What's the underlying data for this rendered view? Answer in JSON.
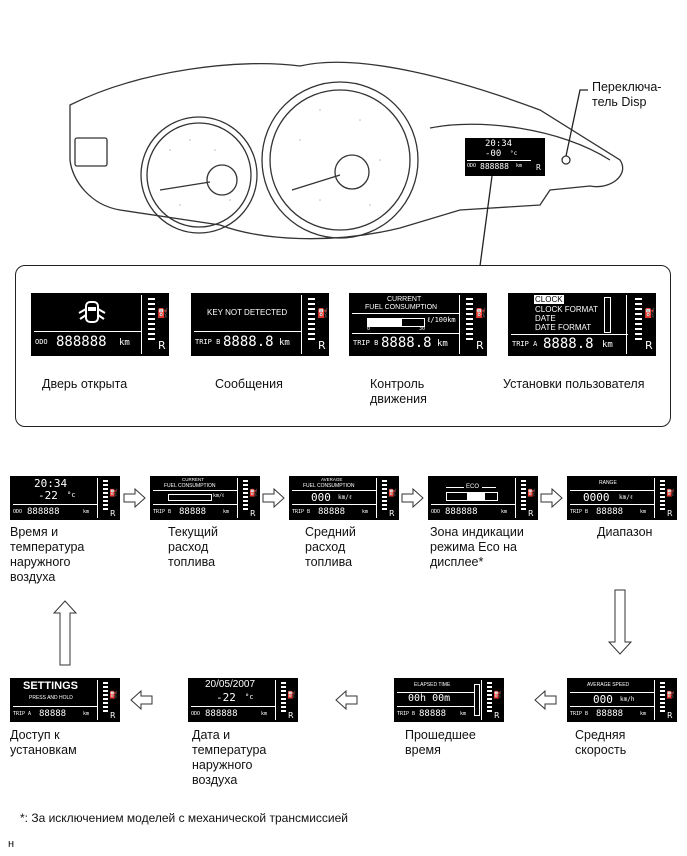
{
  "callout": {
    "disp_switch": "Переключа-\nтель Disp"
  },
  "cluster_display": {
    "time": "20:34",
    "temp": "-00",
    "temp_unit": "°c",
    "odo": "ODO",
    "odo_value": "888888",
    "unit": "km",
    "range": "R"
  },
  "panel": {
    "items": [
      {
        "caption": "Дверь открыта",
        "odo": "ODO",
        "value": "888888",
        "unit": "km"
      },
      {
        "caption": "Сообщения",
        "message": "KEY NOT DETECTED",
        "trip": "TRIP B",
        "value": "8888.8",
        "unit": "km"
      },
      {
        "caption": "Контроль\nдвижения",
        "line1": "CURRENT",
        "line2": "FUEL CONSUMPTION",
        "scale": "ℓ/100km",
        "scale_min": "0",
        "scale_max": "30",
        "trip": "TRIP B",
        "value": "8888.8",
        "unit": "km"
      },
      {
        "caption": "Установки пользователя",
        "menu": [
          "CLOCK",
          "CLOCK FORMAT",
          "DATE",
          "DATE FORMAT"
        ],
        "trip": "TRIP A",
        "value": "8888.8",
        "unit": "km"
      }
    ]
  },
  "flow": {
    "time_temp": {
      "caption": "Время и\nтемпература\nнаружного\nвоздуха",
      "time": "20:34",
      "temp": "-22",
      "temp_unit": "°c",
      "odo": "ODO",
      "value": "888888",
      "unit": "km"
    },
    "current_fuel": {
      "caption": "Текущий\nрасход\nтоплива",
      "line1": "CURRENT",
      "line2": "FUEL CONSUMPTION",
      "scale": "km/ℓ",
      "trip": "TRIP B",
      "value": "88888",
      "unit": "km"
    },
    "avg_fuel": {
      "caption": "Средний\nрасход\nтоплива",
      "line1": "AVERAGE",
      "line2": "FUEL CONSUMPTION",
      "big": "000",
      "big_unit": "km/ℓ",
      "trip": "TRIP B",
      "value": "88888",
      "unit": "km"
    },
    "eco_zone": {
      "caption": "Зона индикации\nрежима Eco на\nдисплее*",
      "eco": "ECO",
      "odo": "ODO",
      "value": "888888",
      "unit": "km"
    },
    "range": {
      "caption": "Диапазон",
      "line1": "RANGE",
      "big": "0000",
      "big_unit": "km/ℓ",
      "trip": "TRIP B",
      "value": "88888",
      "unit": "km"
    },
    "avg_speed": {
      "caption": "Средняя\nскорость",
      "line1": "AVERAGE SPEED",
      "big": "000",
      "big_unit": "km/h",
      "trip": "TRIP B",
      "value": "88888",
      "unit": "km"
    },
    "elapsed": {
      "caption": "Прошедшее\nвремя",
      "line1": "ELAPSED TIME",
      "big": "00h 00m",
      "trip": "TRIP B",
      "value": "88888",
      "unit": "km"
    },
    "date_temp": {
      "caption": "Дата и\nтемпература\nнаружного\nвоздуха",
      "date": "20/05/2007",
      "temp": "-22",
      "temp_unit": "°c",
      "odo": "ODO",
      "value": "888888",
      "unit": "km"
    },
    "settings": {
      "caption": "Доступ к\nустановкам",
      "big": "SETTINGS",
      "sub": "PRESS AND HOLD",
      "trip": "TRIP A",
      "value": "88888",
      "unit": "km"
    }
  },
  "footnote": "*: За исключением моделей с механической трансмиссией",
  "corner_letter": "н"
}
